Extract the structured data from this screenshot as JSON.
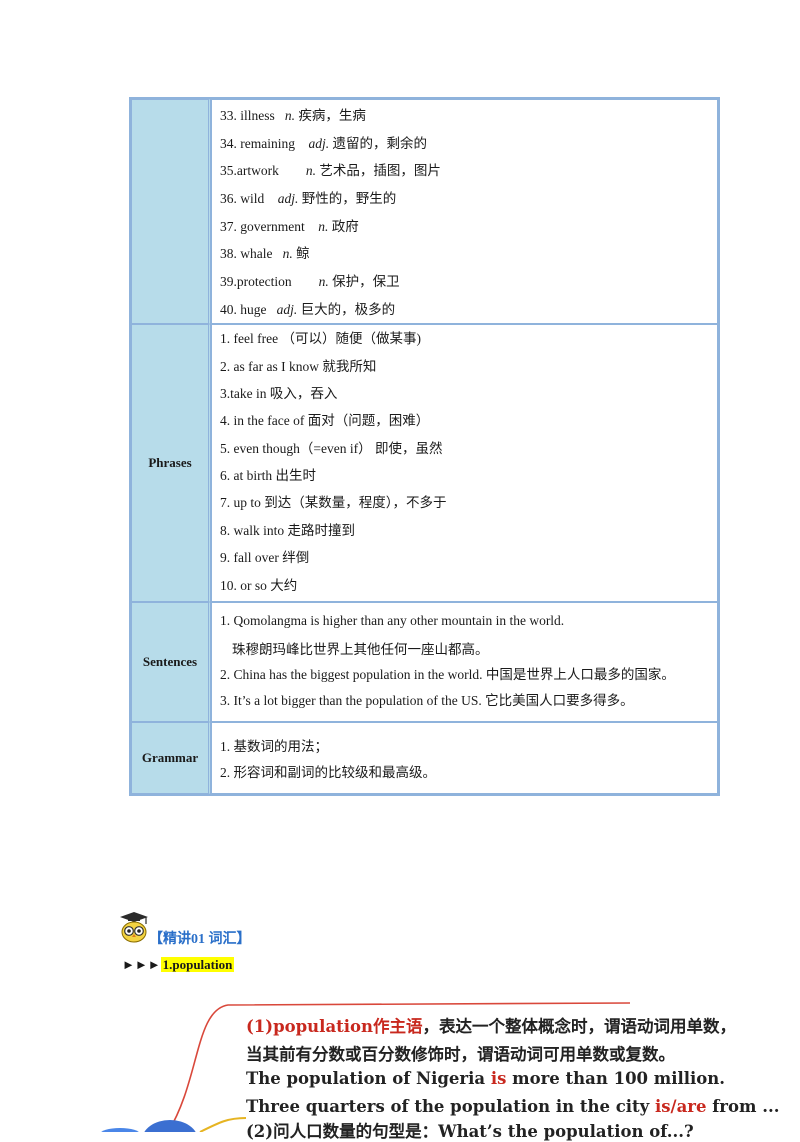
{
  "words": [
    {
      "word": "33.  illness",
      "pos": "n.",
      "meaning": "疾病，生病"
    },
    {
      "word": "34.  remaining",
      "pos": "adj.",
      "meaning": "遗留的，剩余的"
    },
    {
      "word": "35.artwork",
      "pos": "n.",
      "meaning": "艺术品，插图，图片"
    },
    {
      "word": "36.  wild",
      "pos": "adj.",
      "meaning": "野性的，野生的"
    },
    {
      "word": "37.  government",
      "pos": "n.",
      "meaning": "政府"
    },
    {
      "word": "38.  whale",
      "pos": "n.",
      "meaning": "鲸"
    },
    {
      "word": "39.protection",
      "pos": "n.",
      "meaning": "保护，保卫"
    },
    {
      "word": "40.  huge",
      "pos": "adj.",
      "meaning": "巨大的，极多的"
    }
  ],
  "phrases_label": "Phrases",
  "phrases": [
    "1.  feel free  （可以）随便（做某事)",
    "2.  as far as I know  就我所知",
    "3.take in  吸入，吞入",
    "4.  in the face of  面对（问题，困难）",
    "5.  even though（=even if）  即使，虽然",
    "6.  at birth  出生时",
    "7.  up to 到达（某数量，程度），不多于",
    "8.  walk into  走路时撞到",
    "9.  fall over  绊倒",
    "10.  or so  大约"
  ],
  "sentences_label": "Sentences",
  "sentences": [
    "1.  Qomolangma is higher than any other mountain in the world.",
    "珠穆朗玛峰比世界上其他任何一座山都高。",
    "2. China has the biggest population in the world.  中国是世界上人口最多的国家。",
    "3. It’s a lot bigger than the population of the US.  它比美国人口要多得多。"
  ],
  "grammar_label": "Grammar",
  "grammar": [
    "1.  基数词的用法；",
    "2.  形容词和副词的比较级和最高级。"
  ],
  "section": {
    "title": "【精讲01      词汇】",
    "arrows": "►►►",
    "topic": "1.population"
  },
  "mindmap": {
    "l1_red": "(1)population作主语",
    "l1_rest": "，表达一个整体概念时，谓语动词用单数，",
    "l2": "当其前有分数或百分数修饰时，谓语动词可用单数或复数。",
    "l3_a": "The population of Nigeria ",
    "l3_red": "is",
    "l3_b": " more than 100 million.",
    "l4_a": "Three quarters of the population in the city ",
    "l4_red": "is/are",
    "l4_b": " from ...",
    "l5": "(2)问人口数量的句型是：What’s the population of...?"
  },
  "colors": {
    "accent_red": "#c8281e",
    "label_bg": "#b7dcea",
    "border": "#8fb3dc",
    "highlight": "#ffff00",
    "title_blue": "#2a6fc9"
  }
}
